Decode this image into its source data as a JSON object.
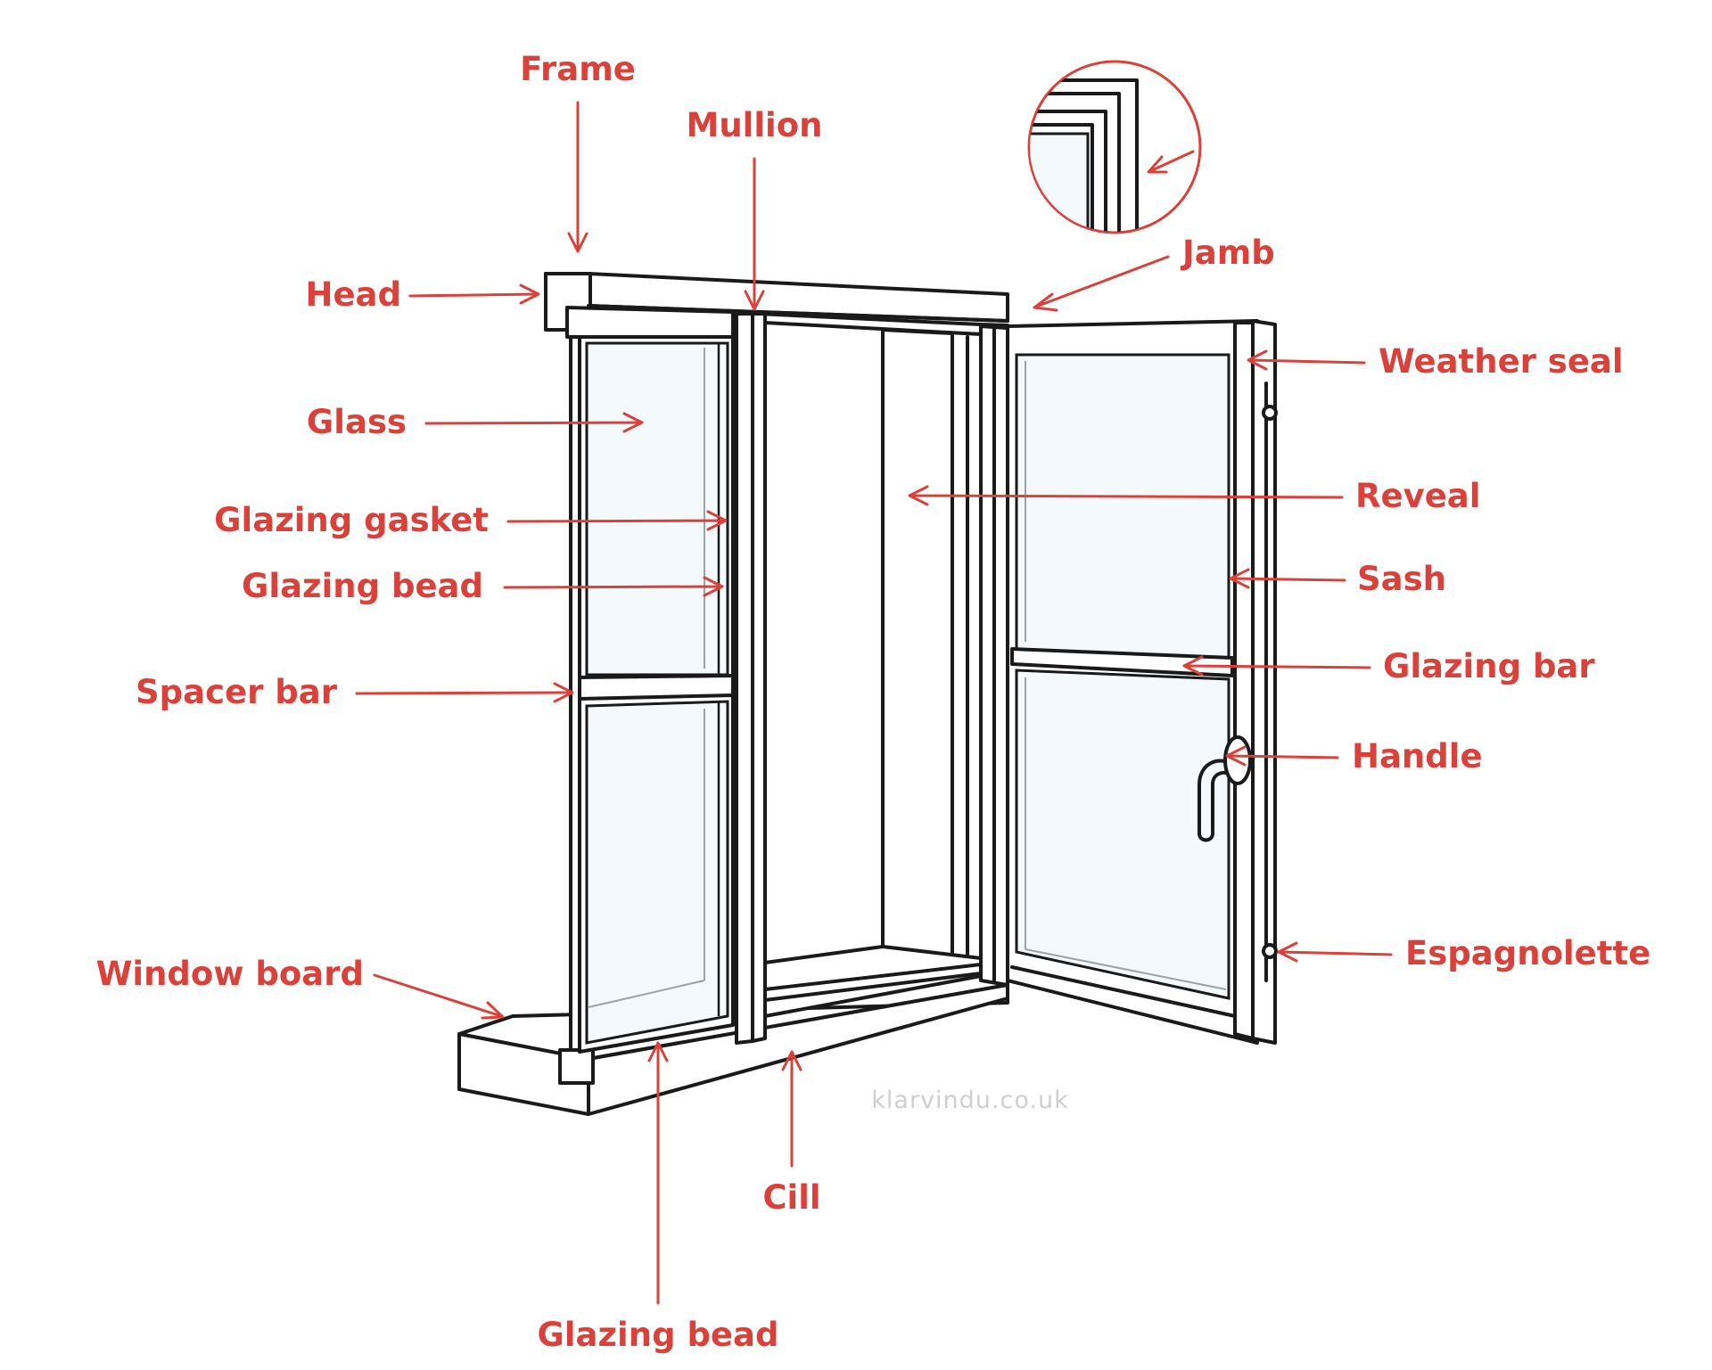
{
  "labels": {
    "frame": "Frame",
    "mullion": "Mullion",
    "jamb": "Jamb",
    "head": "Head",
    "weather_seal": "Weather seal",
    "glass": "Glass",
    "reveal": "Reveal",
    "glazing_gasket": "Glazing gasket",
    "glazing_bead_left": "Glazing bead",
    "sash": "Sash",
    "glazing_bar": "Glazing bar",
    "spacer_bar": "Spacer bar",
    "handle": "Handle",
    "espagnolette": "Espagnolette",
    "window_board": "Window board",
    "cill": "Cill",
    "glazing_bead_bottom": "Glazing bead"
  },
  "watermark": "klarvindu.co.uk",
  "colors": {
    "label": "#d9423a",
    "outline": "#1a1a1a",
    "glass": "#f3f9fc"
  }
}
